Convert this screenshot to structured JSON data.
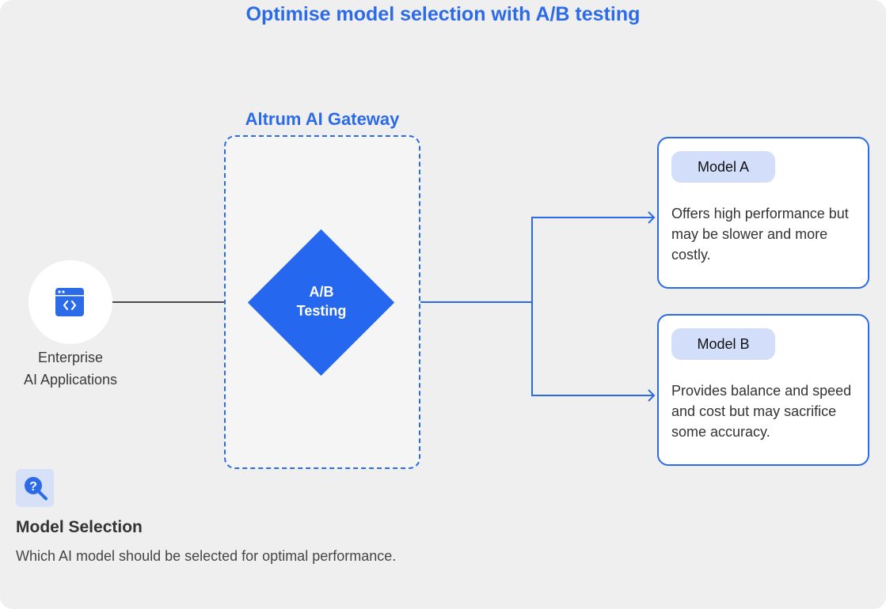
{
  "title": "Optimise model selection with A/B testing",
  "gateway": {
    "label": "Altrum AI Gateway"
  },
  "source": {
    "label_line1": "Enterprise",
    "label_line2": "AI Applications",
    "icon": "code-window-icon"
  },
  "decision": {
    "line1": "A/B",
    "line2": "Testing"
  },
  "models": [
    {
      "name": "Model A",
      "description": "Offers high performance but may be slower and more costly."
    },
    {
      "name": "Model B",
      "description": "Provides balance and speed and cost but may sacrifice some accuracy."
    }
  ],
  "footer": {
    "icon": "question-search-icon",
    "heading": "Model Selection",
    "description": "Which AI model should be selected for optimal performance."
  },
  "colors": {
    "accent": "#2c6be8",
    "diamond": "#2567ee",
    "background": "#efeff0",
    "pill": "#d2defa"
  }
}
